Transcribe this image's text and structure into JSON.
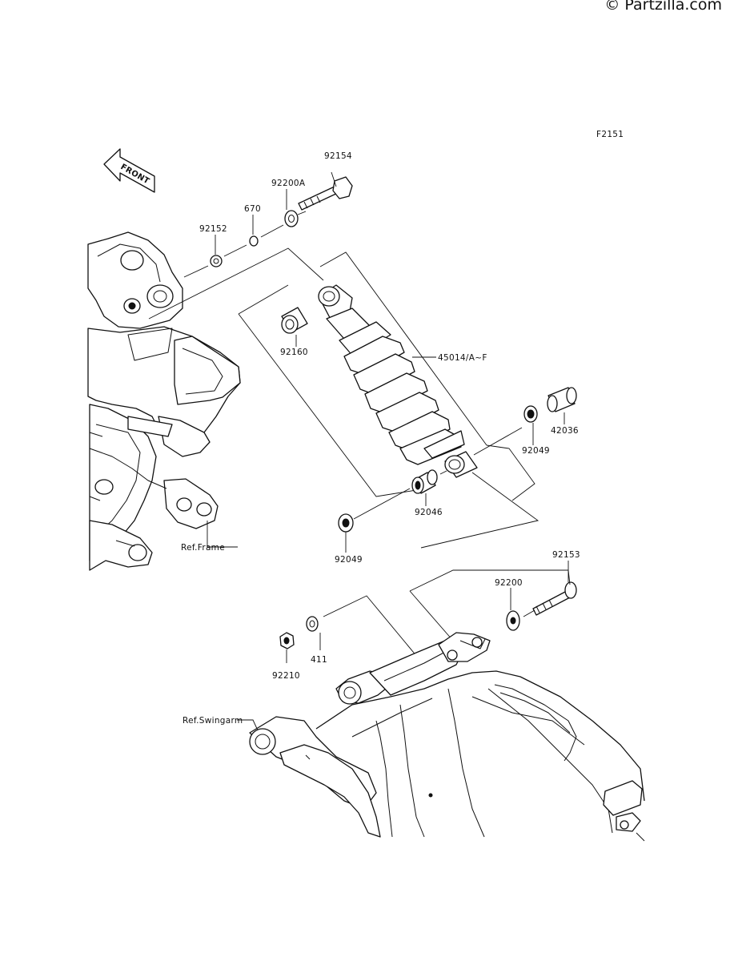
{
  "watermark": "© Partzilla.com",
  "figure_code": "F2151",
  "front_arrow_label": "FRONT",
  "part_labels": {
    "bolt_upper": "92154",
    "washer_upper": "92200A",
    "oring": "670",
    "collar_upper": "92152",
    "bushing_upper": "92160",
    "shock_absorber": "45014/A~F",
    "collar_right": "42036",
    "seal_right": "92049",
    "bearing_lower": "92046",
    "seal_left": "92049",
    "bolt_lower": "92153",
    "washer_lower": "92200",
    "washer_nut": "411",
    "nut": "92210"
  },
  "reference_labels": {
    "frame": "Ref.Frame",
    "swingarm": "Ref.Swingarm"
  }
}
